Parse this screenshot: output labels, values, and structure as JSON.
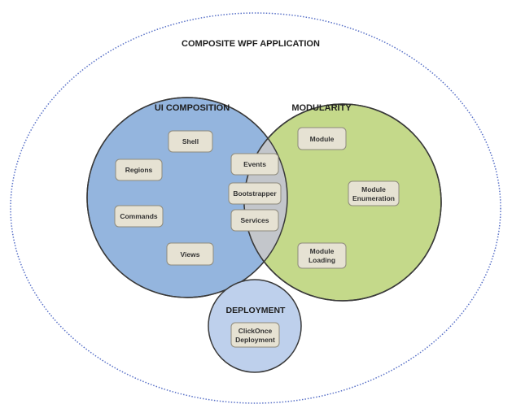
{
  "title": "COMPOSITE WPF APPLICATION",
  "circles": {
    "ui_composition": {
      "label": "UI COMPOSITION",
      "color": "#94b5de"
    },
    "modularity": {
      "label": "MODULARITY",
      "color": "#c4d98a"
    },
    "overlap_color": "#c3c6cb",
    "deployment": {
      "label": "DEPLOYMENT",
      "color": "#bed0ec"
    }
  },
  "boxes": {
    "shell": "Shell",
    "regions": "Regions",
    "commands": "Commands",
    "views": "Views",
    "events": "Events",
    "bootstrapper": "Bootstrapper",
    "services": "Services",
    "module": "Module",
    "module_enumeration": [
      "Module",
      "Enumeration"
    ],
    "module_loading": [
      "Module",
      "Loading"
    ],
    "clickonce_deployment": [
      "ClickOnce",
      "Deployment"
    ]
  },
  "box_color": "#e6e2d3",
  "outline_color": "#5a72c8"
}
